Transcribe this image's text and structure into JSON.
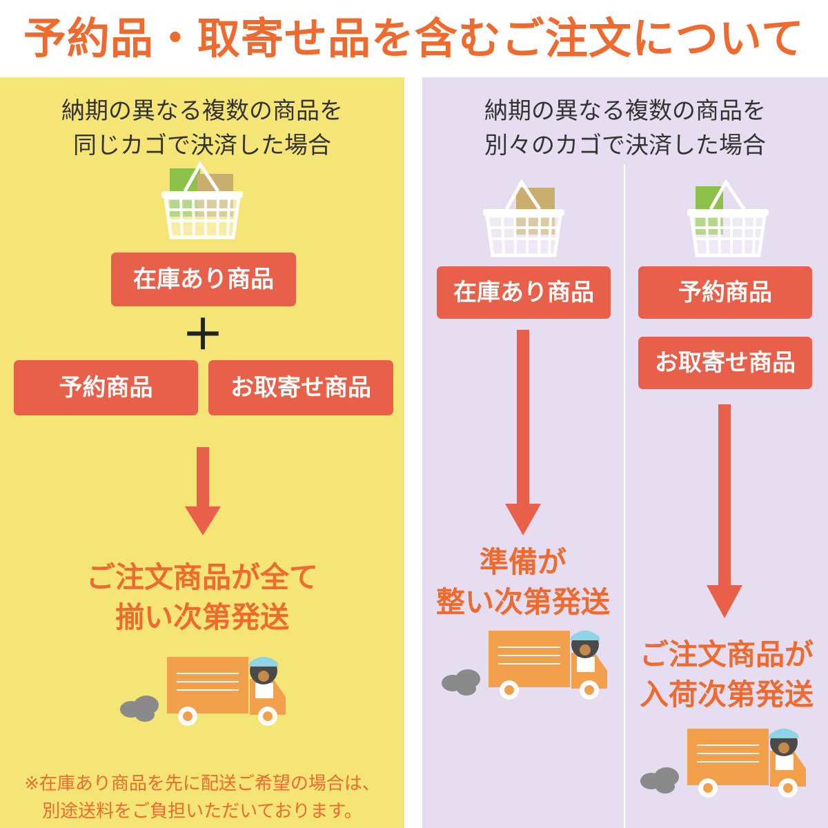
{
  "title": "予約品・取寄せ品を含むご注文について",
  "left": {
    "heading": [
      "納期の異なる複数の商品を",
      "同じカゴで決済した場合"
    ],
    "tag_instock": "在庫あり商品",
    "plus": "＋",
    "tag_preorder": "予約商品",
    "tag_order": "お取寄せ商品",
    "result": [
      "ご注文商品が全て",
      "揃い次第発送"
    ],
    "note": [
      "※在庫あり商品を先に配送ご希望の場合は、",
      "別途送料をご負担いただいております。"
    ]
  },
  "right": {
    "heading": [
      "納期の異なる複数の商品を",
      "別々のカゴで決済した場合"
    ],
    "col1": {
      "tag_instock": "在庫あり商品",
      "result": [
        "準備が",
        "整い次第発送"
      ]
    },
    "col2": {
      "tag_preorder": "予約商品",
      "tag_order": "お取寄せ商品",
      "result": [
        "ご注文商品が",
        "入荷次第発送"
      ]
    }
  },
  "colors": {
    "title": "#ef6a2e",
    "left_bg": "#f5e476",
    "right_bg": "#e6def0",
    "tag_bg": "#e9604a",
    "arrow": "#e9604a",
    "truck": "#f3a04d"
  }
}
